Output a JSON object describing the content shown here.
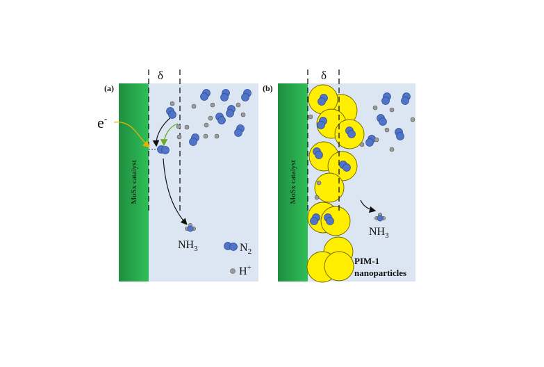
{
  "colors": {
    "electrolyte": "#dbe6f2",
    "catalyst_dark": "#1f8d3f",
    "catalyst_light": "#2fbf58",
    "n2_blue": "#4f74c8",
    "n2_outline": "#2a4a96",
    "proton_gray": "#9b9b9b",
    "pim_yellow": "#ffee00",
    "pim_outline": "#6b6300",
    "electron_path": "#e0b400",
    "green_arrow": "#6aaa2a"
  },
  "icons": [
    "n2-molecule-icon",
    "proton-icon",
    "ammonia-molecule-icon",
    "electron-path-icon"
  ],
  "panel_a": {
    "label": "(a)",
    "delta": "δ",
    "catalyst_label": "MoSx catalyst",
    "electron_label_base": "e",
    "electron_label_sup": "-",
    "nh3_label_base": "NH",
    "nh3_label_sub": "3",
    "n2_legend_base": "N",
    "n2_legend_sub": "2",
    "h_legend_base": "H",
    "h_legend_sup": "+"
  },
  "panel_b": {
    "label": "(b)",
    "delta": "δ",
    "catalyst_label": "MoSx catalyst",
    "nh3_label_base": "NH",
    "nh3_label_sub": "3",
    "pim_label_line1": "PIM-1",
    "pim_label_line2": "nanoparticles"
  }
}
